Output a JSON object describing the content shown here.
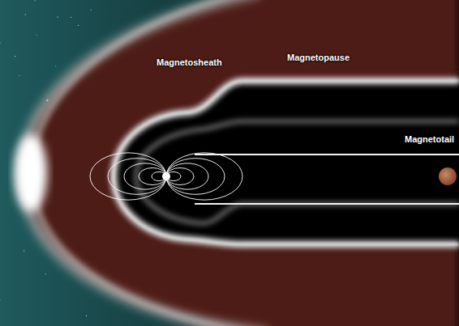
{
  "diagram": {
    "labels": [
      "Magnetosheath",
      "Magnetopause",
      "Magnetotail"
    ]
  }
}
